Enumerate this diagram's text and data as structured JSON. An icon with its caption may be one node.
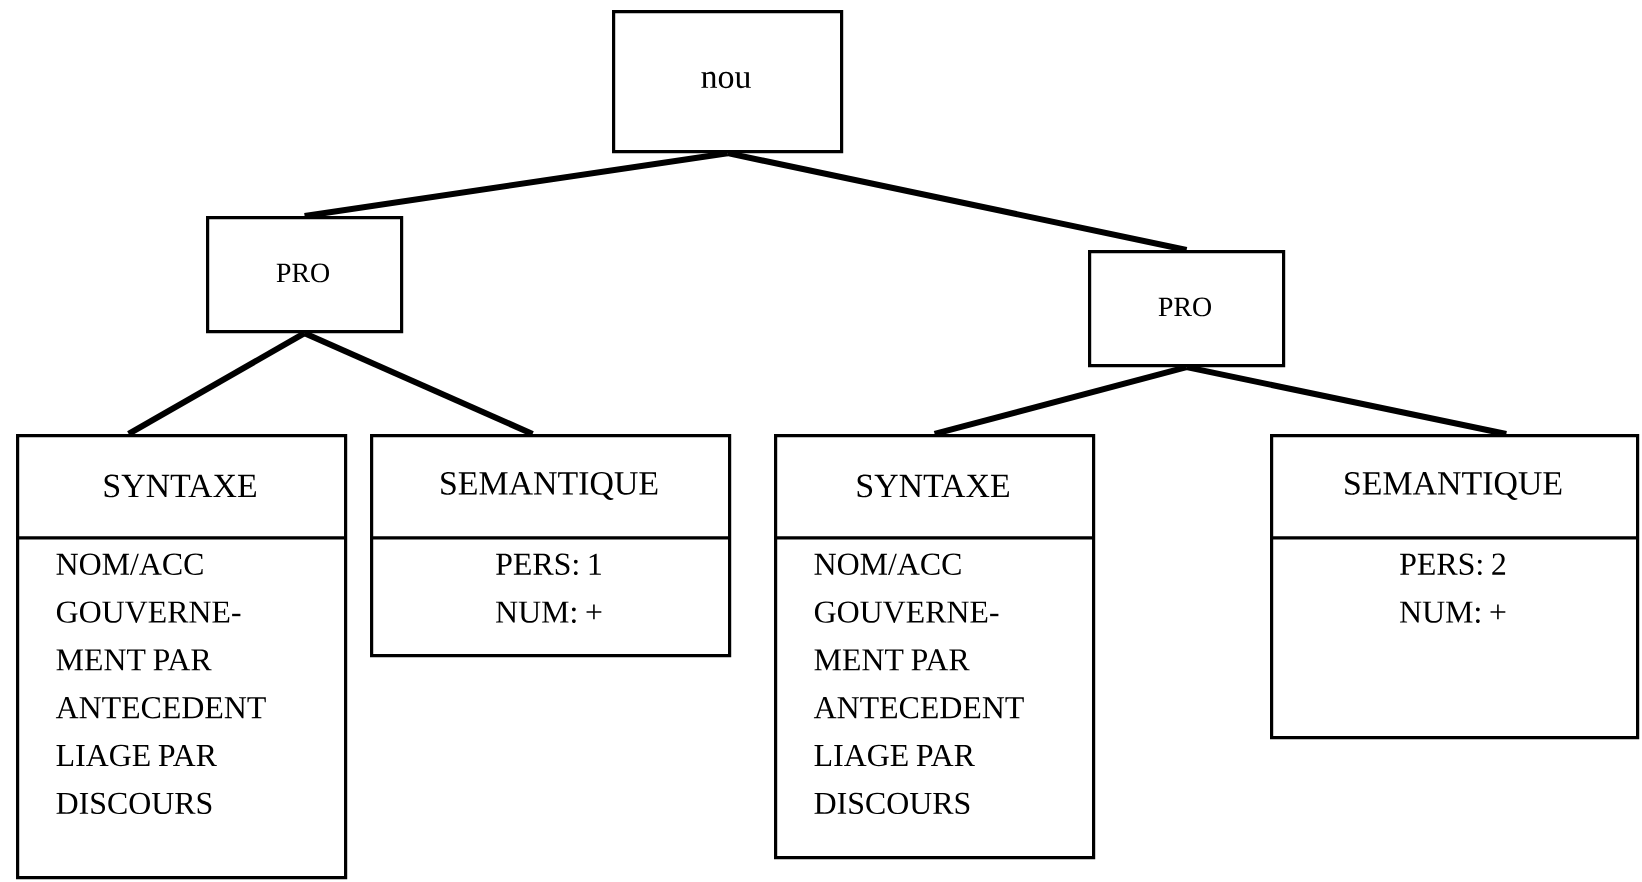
{
  "diagram": {
    "nodes": [
      {
        "text": [
          "nou"
        ]
      },
      {
        "text": [
          "PRO"
        ]
      },
      {
        "text": [
          "PRO"
        ]
      },
      {
        "text": [
          "SYNTAXE",
          "NOM/ACC",
          "GOUVERNE- MENT PAR ANTECEDENT",
          "LIAGE PAR DISCOURS"
        ]
      },
      {
        "text": [
          "SEMANTIQUE",
          "PERS: 1",
          "NUM: +"
        ]
      },
      {
        "text": [
          "SYNTAXE",
          "NOM/ACC",
          "GOUVERNE- MENT PAR ANTECEDENT",
          "LIAGE PAR DISCOURS"
        ]
      },
      {
        "text": [
          "SEMANTIQUE",
          "PERS: 2",
          "NUM: +"
        ]
      }
    ],
    "edges": [
      {
        "from": 0,
        "to": 1,
        "arrow": "none"
      },
      {
        "from": 0,
        "to": 2,
        "arrow": "none"
      },
      {
        "from": 1,
        "to": 3,
        "arrow": "none"
      },
      {
        "from": 1,
        "to": 4,
        "arrow": "none"
      },
      {
        "from": 2,
        "to": 5,
        "arrow": "none"
      },
      {
        "from": 2,
        "to": 6,
        "arrow": "none"
      }
    ]
  }
}
